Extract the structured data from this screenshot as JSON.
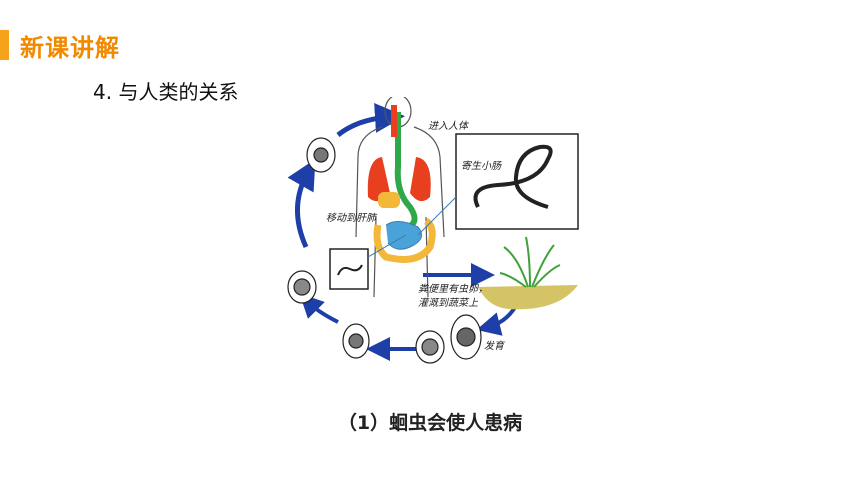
{
  "header": {
    "section_title": "新课讲解",
    "accent_color": "#f7a21b",
    "title_color": "#f28a00"
  },
  "subtitle": "4. 与人类的关系",
  "figure": {
    "labels": {
      "enter_body": "进入人体",
      "parasite_small_intestine": "寄生小肠",
      "migrate_liver_lung": "移动到肝肺",
      "eggs_in_feces_line1": "粪便里有虫卵，",
      "eggs_in_feces_line2": "灌溉到蔬菜上",
      "develop": "发育"
    }
  },
  "caption": "（1）蛔虫会使人患病"
}
